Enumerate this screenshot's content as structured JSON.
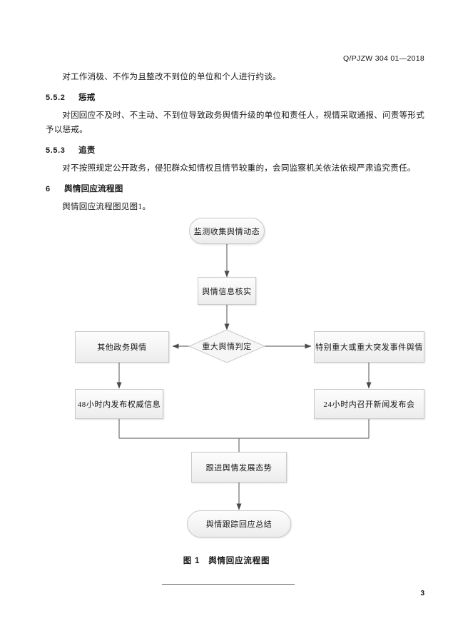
{
  "document": {
    "header_code": "Q/PJZW 304 01—2018",
    "page_number": "3"
  },
  "body": {
    "intro_paragraph": "对工作消极、不作为且整改不到位的单位和个人进行约谈。",
    "sections": [
      {
        "number": "5.5.2",
        "title": "惩戒",
        "paragraph": "对因回应不及时、不主动、不到位导致政务舆情升级的单位和责任人，视情采取通报、问责等形式予以惩戒。"
      },
      {
        "number": "5.5.3",
        "title": "追责",
        "paragraph": "对不按照规定公开政务，侵犯群众知情权且情节较重的，会同监察机关依法依规严肃追究责任。"
      }
    ],
    "chapter": {
      "number": "6",
      "title": "舆情回应流程图",
      "paragraph": "舆情回应流程图见图1。"
    }
  },
  "figure": {
    "caption_number": "图 1",
    "caption_title": "舆情回应流程图",
    "nodes": {
      "start": "监测收集舆情动态",
      "verify": "舆情信息核实",
      "decision": "重大舆情判定",
      "branch_left": "其他政务舆情",
      "branch_right": "特别重大或重大突发事件舆情",
      "action_left": "48小时内发布权威信息",
      "action_right": "24小时内召开新闻发布会",
      "followup": "跟进舆情发展态势",
      "end": "舆情跟踪回应总结"
    }
  },
  "colors": {
    "node_border": "#c9c9c9",
    "node_fill_top": "#fdfdfd",
    "node_fill_bottom": "#ececec",
    "connector": "#6f6f6f",
    "text": "#151515",
    "page_background": "#ffffff"
  }
}
